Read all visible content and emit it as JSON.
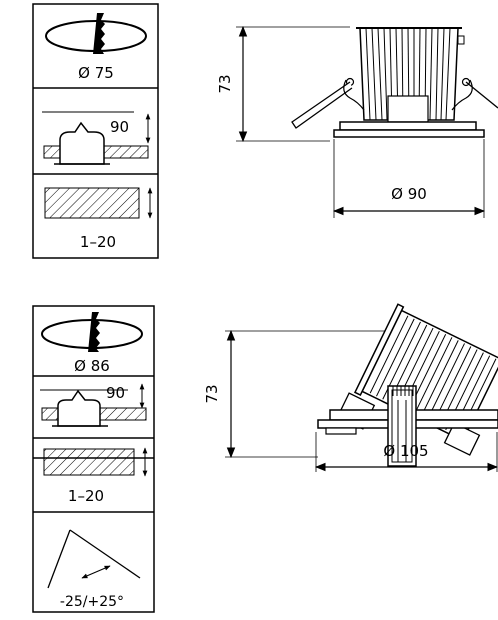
{
  "top": {
    "cutout_label": "Ø 75",
    "depth_label": "90",
    "ceiling_label": "1–20",
    "height_label": "73",
    "width_label": "Ø 90"
  },
  "bottom": {
    "cutout_label": "Ø 86",
    "depth_label": "90",
    "ceiling_label": "1–20",
    "tilt_label": "-25/+25°",
    "height_label": "73",
    "width_label": "Ø 105"
  }
}
